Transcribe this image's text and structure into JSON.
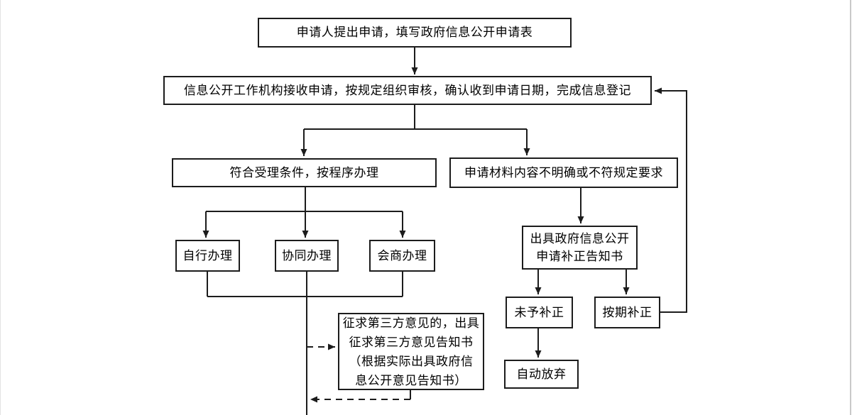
{
  "diagram": {
    "line_color": "#1c1c1c",
    "background": "#ffffff",
    "nodes": {
      "apply": {
        "label": "申请人提出申请，填写政府信息公开申请表"
      },
      "receive": {
        "label": "信息公开工作机构接收申请，按规定组织审核，确认收到申请日期，完成信息登记"
      },
      "accept": {
        "label": "符合受理条件，按程序办理"
      },
      "unclear": {
        "label": "申请材料内容不明确或不符规定要求"
      },
      "self_handle": {
        "label": "自行办理"
      },
      "joint_handle": {
        "label": "协同办理"
      },
      "consult_handle": {
        "label": "会商办理"
      },
      "supplement_notice": {
        "label": "出具政府信息公开\n申请补正告知书"
      },
      "no_supplement": {
        "label": "未予补正"
      },
      "ontime_supplement": {
        "label": "按期补正"
      },
      "auto_abandon": {
        "label": "自动放弃"
      },
      "third_party_notice": {
        "label": "征求第三方意见的，出具\n征求第三方意见告知书\n（根据实际出具政府信\n息公开意见告知书）"
      }
    }
  }
}
